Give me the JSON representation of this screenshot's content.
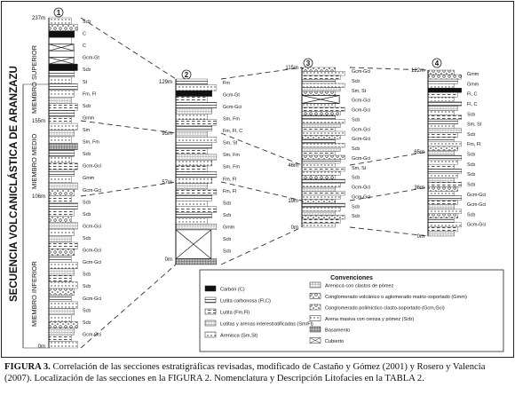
{
  "figure": {
    "caption_label": "FIGURA 3.",
    "caption_text": "Correlación de las secciones estratigráficas revisadas, modificado de Castaño y Gómez (2001) y Rosero y Valencia (2007). Localización de las secciones en la FIGURA 2.  Nomenclatura y Descripción Litofacies en la TABLA 2.",
    "main_title": "SECUENCIA VOLCANICLÁSTICA DE ARANZAZU",
    "members": [
      "MIEMBRO SUPERIOR",
      "MIEMBRO MEDIO",
      "MIEMBRO INFERIOR"
    ]
  },
  "sections": [
    {
      "number": "1",
      "depth_labels": [
        "237m",
        "155m",
        "106m",
        "0m"
      ],
      "facies_labels": [
        "Scb",
        "C",
        "C",
        "Gcm-Gt",
        "Scb",
        "St",
        "Fm, Fl",
        "Scb",
        "Gmm",
        "Sm",
        "Sm, Fm",
        "Scb",
        "Gcm-Gci",
        "Gmm",
        "Gcm-Gci",
        "Scb",
        "Scb",
        "Gcm-Gci",
        "Scb",
        "Gcm-Gci",
        "Gcm-Gci",
        "Scb",
        "Scb",
        "Gcm-Gci",
        "Scb",
        "Scb",
        "Gcm-Gci"
      ]
    },
    {
      "number": "2",
      "depth_labels": [
        "129m",
        "95m",
        "57m",
        "0m"
      ],
      "facies_labels": [
        "Fm",
        "Gcm-Gt",
        "Gcm-Gci",
        "Sm, Fm",
        "Fm, Fl, C",
        "Sm, St",
        "Sm, Fm",
        "Sm, Fm",
        "Fm, Fl",
        "Fm, Fl",
        "Scb",
        "Scb",
        "Gmm",
        "Scb",
        "Scb"
      ]
    },
    {
      "number": "3",
      "depth_labels": [
        "115m",
        "46m",
        "19m",
        "0m"
      ],
      "facies_labels": [
        "Gcm-Gci",
        "Scb",
        "Sm, St",
        "Gcm-Gci",
        "Gcm-Gci",
        "Scb",
        "Gcm-Gci",
        "Gcm-Gci",
        "Scb",
        "Gcm-Gci",
        "Sm, St",
        "Scb",
        "Gcm-Gci",
        "Gcm-Gci",
        "Scb",
        "Scb"
      ]
    },
    {
      "number": "4",
      "depth_labels": [
        "122m",
        "65m",
        "36m",
        "0m"
      ],
      "facies_labels": [
        "Gmm",
        "Gmm",
        "Fl, C",
        "Fl, C",
        "Scb",
        "Sm, St",
        "Scb",
        "Fm, Fl",
        "Scb",
        "Scb",
        "Scb",
        "Scb",
        "Gcm-Gci",
        "Gcm-Gci",
        "Scb",
        "Gcm-Gci"
      ]
    }
  ],
  "legend": {
    "title": "Convenciones",
    "left_items": [
      "Carbón (C)",
      "Lutita carbonosa (Fl,C)",
      "Lutita (Fm,Fl)",
      "Lutitas y arenas interestratificadas (Sm/Fl)",
      "Arenisca (Sm,St)"
    ],
    "right_items": [
      "Arenisca con clastos de pómez",
      "Conglomerado volcánico o aglomerado matriz-soportado (Gmm)",
      "Conglomerado polimíctico clasto-soportado (Gcm,Gci)",
      "Arena masiva con ceniza y pómez (Scb)",
      "Basamento",
      "Cubierto"
    ]
  }
}
